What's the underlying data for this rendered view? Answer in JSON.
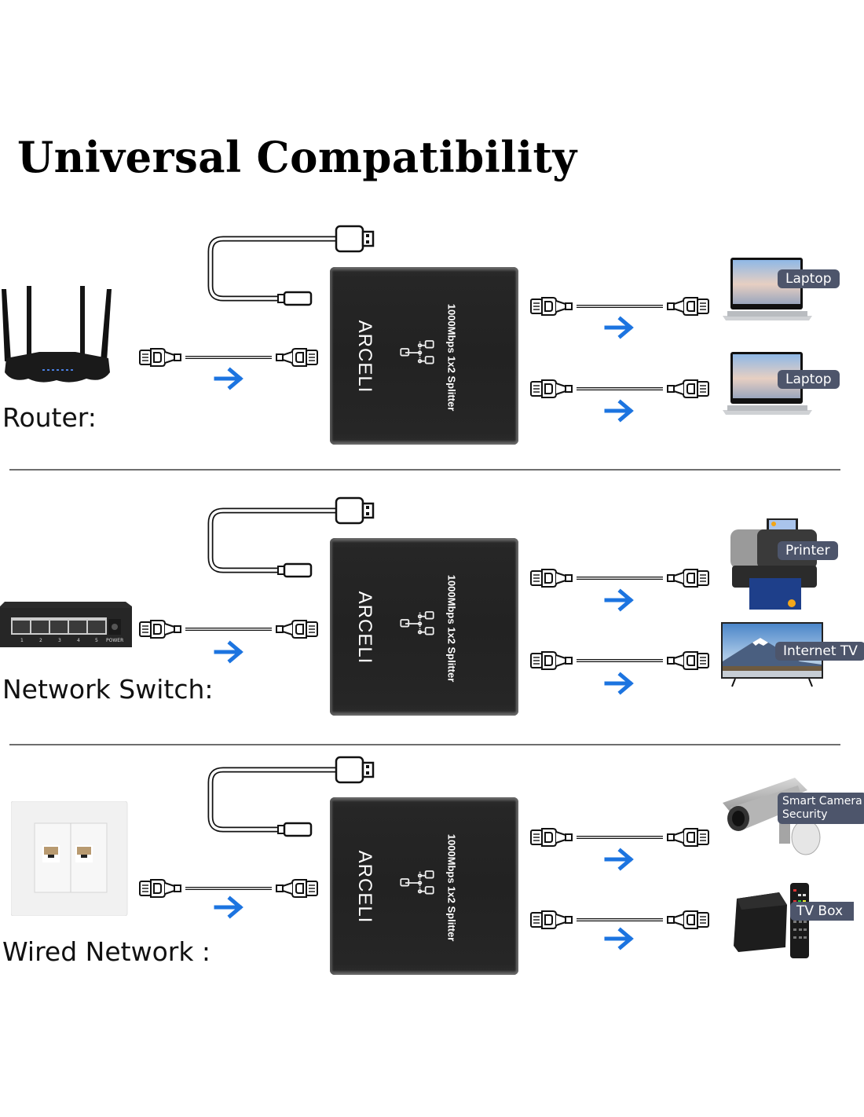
{
  "title": "Universal Compatibility",
  "colors": {
    "arrow": "#1c74e0",
    "badge_bg": "#4d556b",
    "splitter_body": "#222222",
    "divider": "#6e6e6e"
  },
  "splitter": {
    "brand": "ARCELI",
    "model": "1000Mbps 1x2 Splitter",
    "icon": "network-topology-icon"
  },
  "sections": [
    {
      "source_label": "Router:",
      "source_icon": "router-icon",
      "outputs": [
        {
          "label": "Laptop",
          "icon": "laptop-icon"
        },
        {
          "label": "Laptop",
          "icon": "laptop-icon"
        }
      ]
    },
    {
      "source_label": "Network Switch:",
      "source_icon": "network-switch-icon",
      "switch_ports": [
        "1",
        "2",
        "3",
        "4",
        "5",
        "POWER"
      ],
      "outputs": [
        {
          "label": "Printer",
          "icon": "printer-icon"
        },
        {
          "label": "Internet TV",
          "icon": "tv-icon"
        }
      ]
    },
    {
      "source_label": "Wired Network :",
      "source_icon": "wall-ethernet-socket-icon",
      "outputs": [
        {
          "label": "Smart Camera Security",
          "label_line1": "Smart Camera",
          "label_line2": "Security",
          "icon": "security-camera-icon"
        },
        {
          "label": "TV Box",
          "icon": "tv-box-icon"
        }
      ]
    }
  ]
}
